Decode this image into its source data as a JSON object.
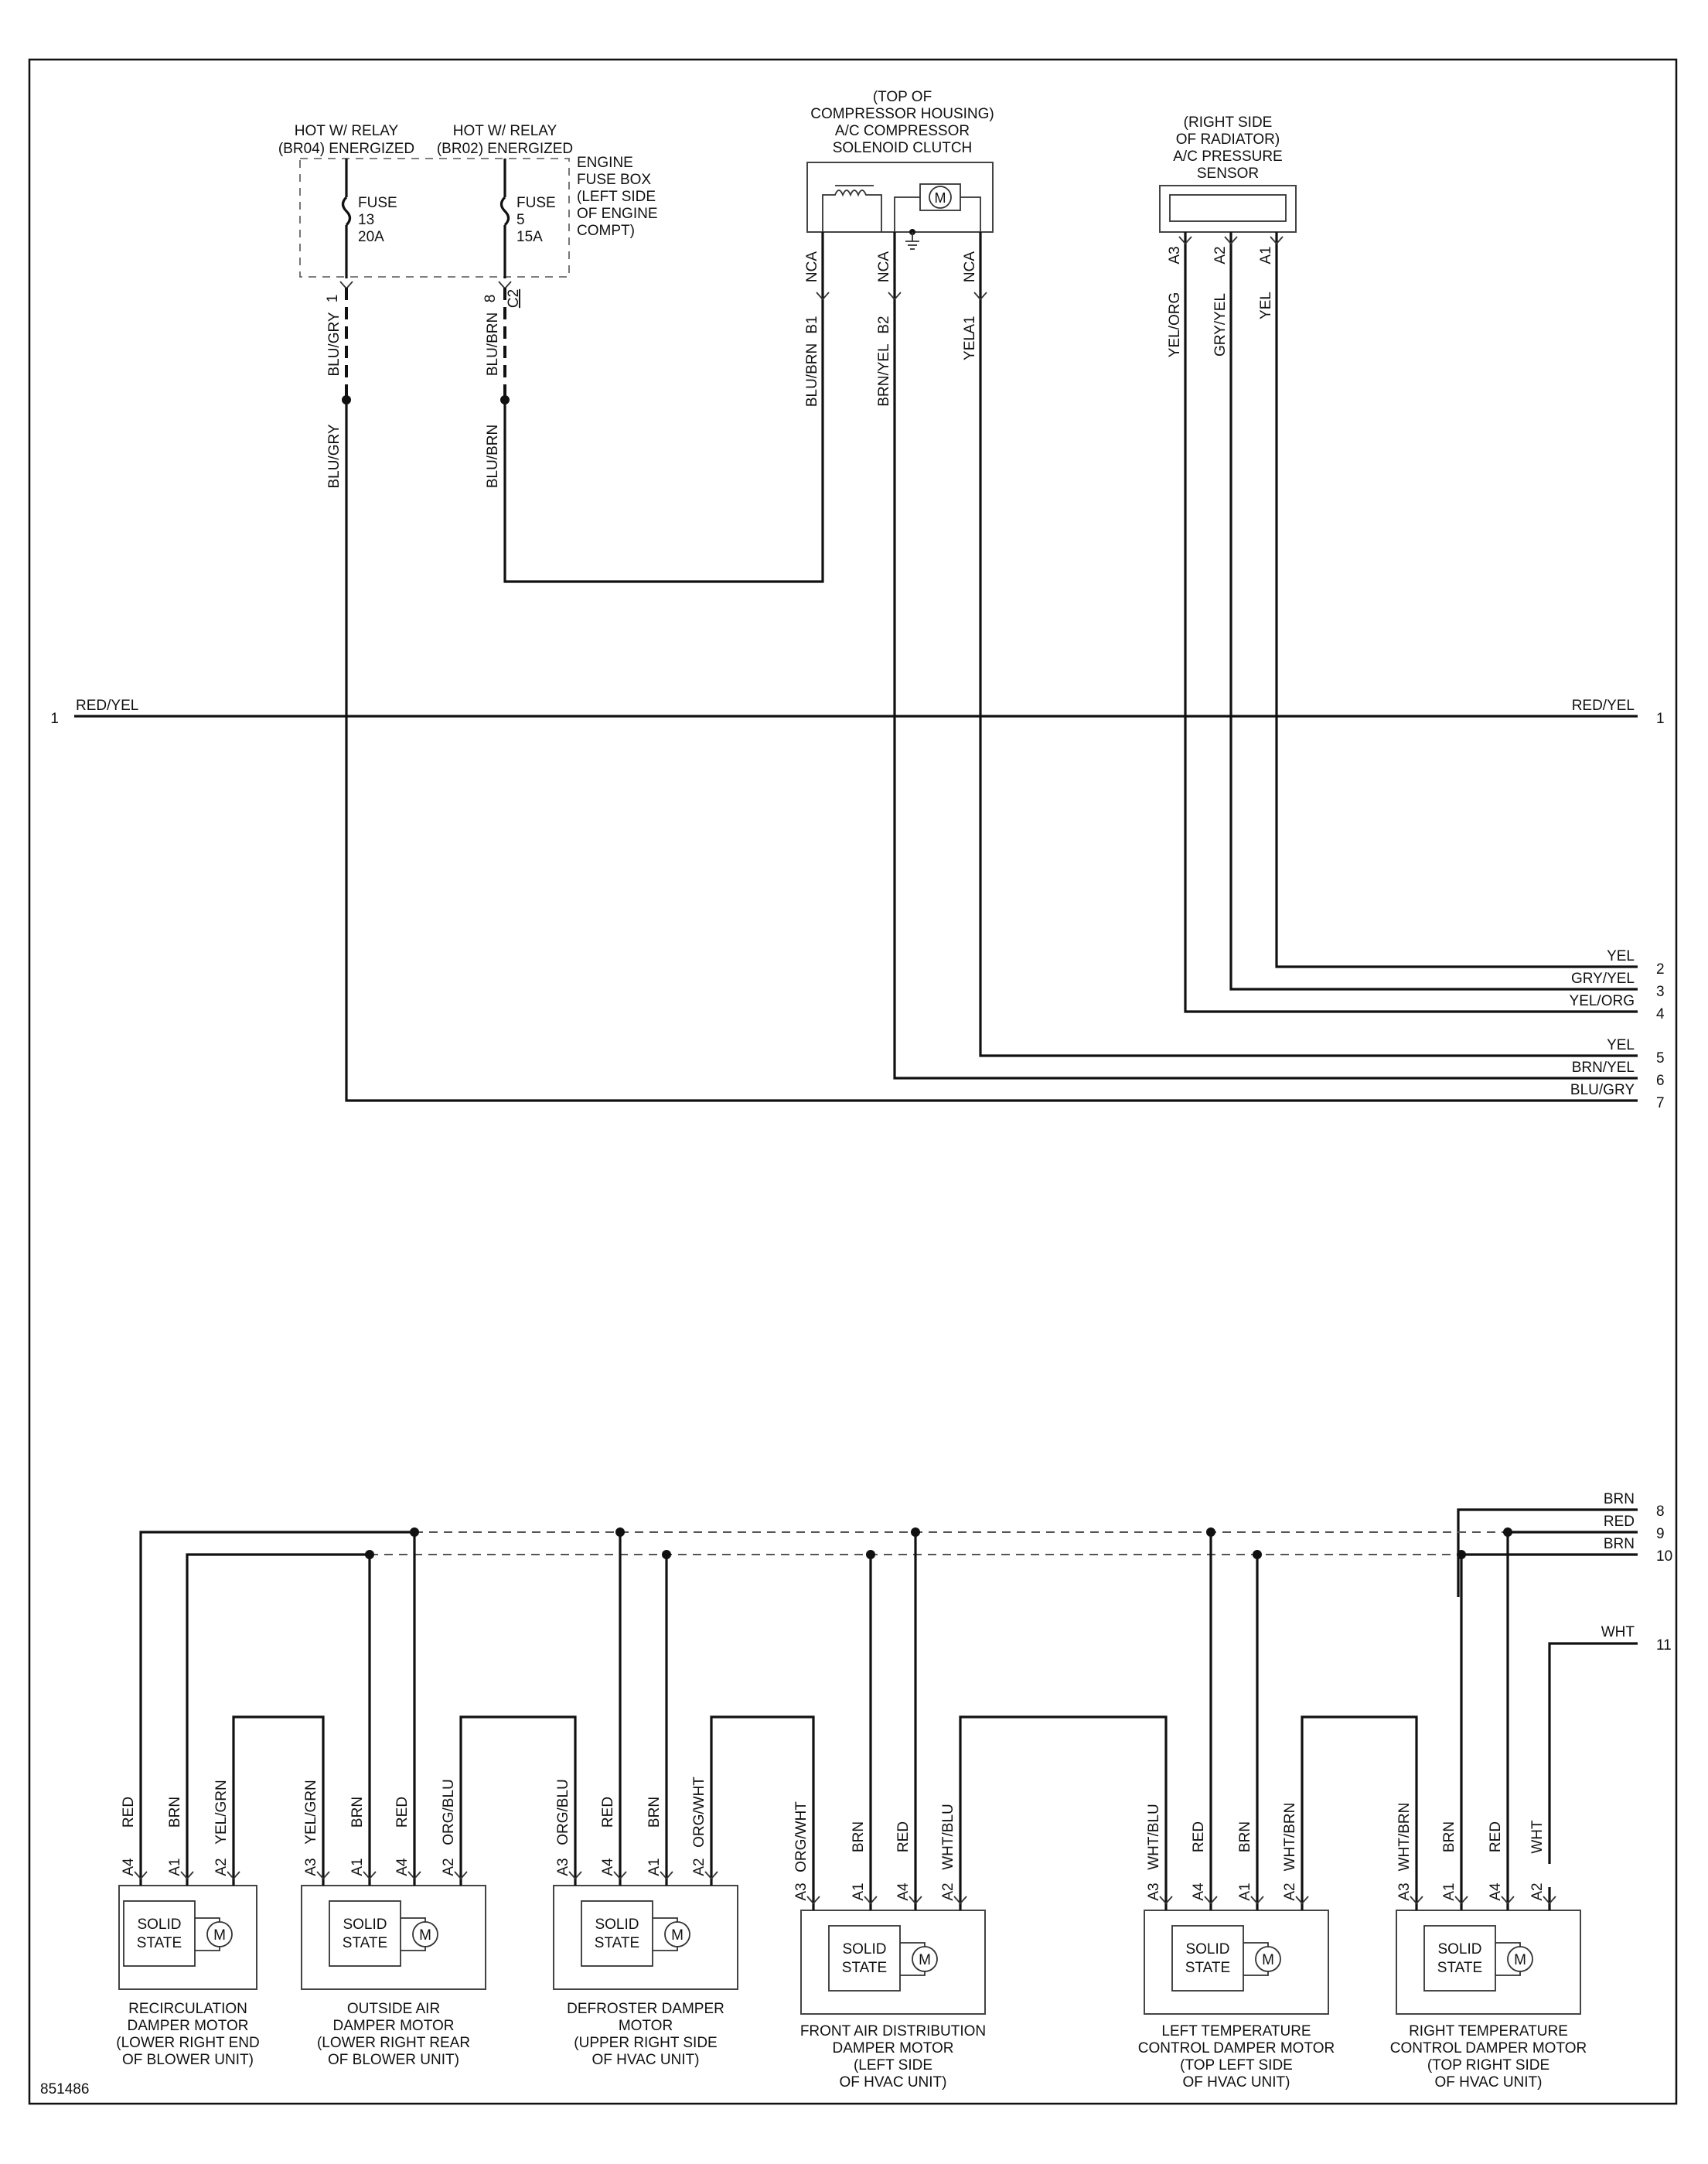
{
  "diagram_id": "851486",
  "power_sources": [
    {
      "line1": "HOT W/ RELAY",
      "line2": "(BR04) ENERGIZED"
    },
    {
      "line1": "HOT W/ RELAY",
      "line2": "(BR02) ENERGIZED"
    }
  ],
  "fuse_box": {
    "label": [
      "ENGINE",
      "FUSE BOX",
      "(LEFT SIDE",
      "OF ENGINE",
      "COMPT)"
    ],
    "fuses": [
      {
        "name": "FUSE",
        "number": "13",
        "rating": "20A",
        "pin": "1",
        "connector": "",
        "wire": "BLU/GRY"
      },
      {
        "name": "FUSE",
        "number": "5",
        "rating": "15A",
        "pin": "8",
        "connector": "C2",
        "wire": "BLU/BRN"
      }
    ]
  },
  "compressor": {
    "label": [
      "(TOP OF",
      "COMPRESSOR HOUSING)",
      "A/C COMPRESSOR",
      "SOLENOID CLUTCH"
    ],
    "motor_symbol": "M",
    "pins": [
      {
        "pin": "B1",
        "nca": "NCA",
        "wire": "BLU/BRN"
      },
      {
        "pin": "B2",
        "nca": "NCA",
        "wire": "BRN/YEL"
      },
      {
        "pin": "A1",
        "nca": "NCA",
        "wire": "YEL"
      }
    ]
  },
  "pressure_sensor": {
    "label": [
      "(RIGHT SIDE",
      "OF RADIATOR)",
      "A/C PRESSURE",
      "SENSOR"
    ],
    "pins": [
      {
        "pin": "A3",
        "wire": "YEL/ORG"
      },
      {
        "pin": "A2",
        "wire": "GRY/YEL"
      },
      {
        "pin": "A1",
        "wire": "YEL"
      }
    ]
  },
  "bus_line": {
    "left_number": "1",
    "left_wire": "RED/YEL",
    "right_number": "1",
    "right_wire": "RED/YEL"
  },
  "right_terminals": [
    {
      "number": "2",
      "wire": "YEL"
    },
    {
      "number": "3",
      "wire": "GRY/YEL"
    },
    {
      "number": "4",
      "wire": "YEL/ORG"
    },
    {
      "number": "5",
      "wire": "YEL"
    },
    {
      "number": "6",
      "wire": "BRN/YEL"
    },
    {
      "number": "7",
      "wire": "BLU/GRY"
    },
    {
      "number": "8",
      "wire": "BRN"
    },
    {
      "number": "9",
      "wire": "RED"
    },
    {
      "number": "10",
      "wire": "BRN"
    },
    {
      "number": "11",
      "wire": "WHT"
    }
  ],
  "damper_motors": [
    {
      "name": [
        "RECIRCULATION",
        "DAMPER MOTOR",
        "(LOWER RIGHT END",
        "OF BLOWER UNIT)"
      ],
      "unit_line1": "SOLID",
      "unit_line2": "STATE",
      "motor": "M",
      "pins": [
        {
          "pin": "A4",
          "wire": "RED"
        },
        {
          "pin": "A1",
          "wire": "BRN"
        },
        {
          "pin": "A2",
          "wire": "YEL/GRN"
        }
      ]
    },
    {
      "name": [
        "OUTSIDE AIR",
        "DAMPER MOTOR",
        "(LOWER RIGHT REAR",
        "OF BLOWER UNIT)"
      ],
      "unit_line1": "SOLID",
      "unit_line2": "STATE",
      "motor": "M",
      "pins": [
        {
          "pin": "A3",
          "wire": "YEL/GRN"
        },
        {
          "pin": "A1",
          "wire": "BRN"
        },
        {
          "pin": "A4",
          "wire": "RED"
        },
        {
          "pin": "A2",
          "wire": "ORG/BLU"
        }
      ]
    },
    {
      "name": [
        "DEFROSTER DAMPER",
        "MOTOR",
        "(UPPER RIGHT SIDE",
        "OF HVAC UNIT)"
      ],
      "unit_line1": "SOLID",
      "unit_line2": "STATE",
      "motor": "M",
      "pins": [
        {
          "pin": "A3",
          "wire": "ORG/BLU"
        },
        {
          "pin": "A4",
          "wire": "RED"
        },
        {
          "pin": "A1",
          "wire": "BRN"
        },
        {
          "pin": "A2",
          "wire": "ORG/WHT"
        }
      ]
    },
    {
      "name": [
        "FRONT AIR DISTRIBUTION",
        "DAMPER MOTOR",
        "(LEFT SIDE",
        "OF HVAC UNIT)"
      ],
      "unit_line1": "SOLID",
      "unit_line2": "STATE",
      "motor": "M",
      "pins": [
        {
          "pin": "A3",
          "wire": "ORG/WHT"
        },
        {
          "pin": "A1",
          "wire": "BRN"
        },
        {
          "pin": "A4",
          "wire": "RED"
        },
        {
          "pin": "A2",
          "wire": "WHT/BLU"
        }
      ]
    },
    {
      "name": [
        "LEFT TEMPERATURE",
        "CONTROL DAMPER MOTOR",
        "(TOP LEFT SIDE",
        "OF HVAC UNIT)"
      ],
      "unit_line1": "SOLID",
      "unit_line2": "STATE",
      "motor": "M",
      "pins": [
        {
          "pin": "A3",
          "wire": "WHT/BLU"
        },
        {
          "pin": "A4",
          "wire": "RED"
        },
        {
          "pin": "A1",
          "wire": "BRN"
        },
        {
          "pin": "A2",
          "wire": "WHT/BRN"
        }
      ]
    },
    {
      "name": [
        "RIGHT TEMPERATURE",
        "CONTROL DAMPER MOTOR",
        "(TOP RIGHT SIDE",
        "OF HVAC UNIT)"
      ],
      "unit_line1": "SOLID",
      "unit_line2": "STATE",
      "motor": "M",
      "pins": [
        {
          "pin": "A3",
          "wire": "WHT/BRN"
        },
        {
          "pin": "A1",
          "wire": "BRN"
        },
        {
          "pin": "A4",
          "wire": "RED"
        },
        {
          "pin": "A2",
          "wire": "WHT"
        }
      ]
    }
  ]
}
